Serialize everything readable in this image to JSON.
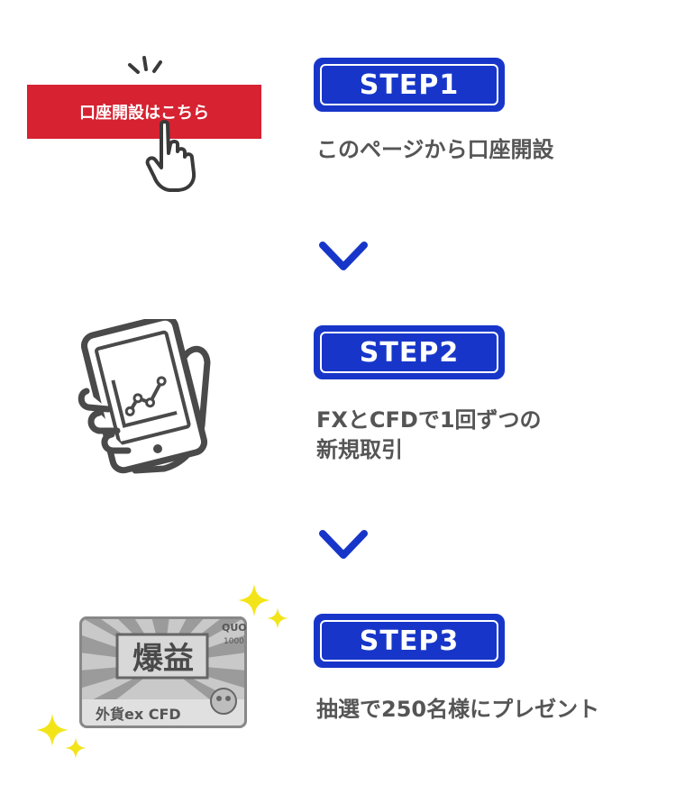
{
  "steps": [
    {
      "badge": "STEP1",
      "text_lines": [
        "このページから口座開設"
      ]
    },
    {
      "badge": "STEP2",
      "text_lines": [
        "FXとCFDで1回ずつの",
        "新規取引"
      ]
    },
    {
      "badge": "STEP3",
      "text_lines": [
        "抽選で250名様にプレゼント"
      ]
    }
  ],
  "illustrations": {
    "open_account_button": "口座開設はこちら",
    "card_title": "爆益",
    "card_brand": "外貨ex CFD",
    "card_logo": "QUO",
    "card_value": "1000"
  },
  "colors": {
    "badge_blue": "#1736c9",
    "text_gray": "#555555",
    "cta_red": "#d62231",
    "sparkle_yellow": "#f3e41a"
  },
  "icons": [
    "click-lines-icon",
    "pointing-hand-icon",
    "chevron-down-icon",
    "smartphone-chart-icon",
    "sparkle-icon"
  ]
}
